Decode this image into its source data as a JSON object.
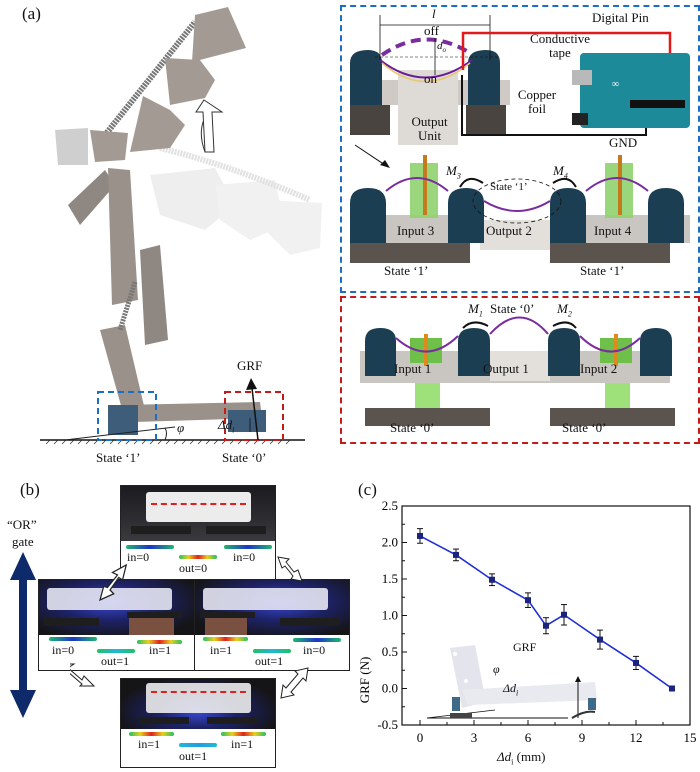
{
  "panel_a": {
    "label": "(a)",
    "robot_labels": {
      "grf": "GRF",
      "delta_d": "Δd",
      "delta_d_sub": "i",
      "phi": "φ",
      "state_left": "State ‘1’",
      "state_right": "State ‘0’"
    },
    "blue_box": {
      "color": "#1a6fc4",
      "l_label": "l",
      "off_label": "off",
      "on_label": "on",
      "do_label": "d",
      "do_sub": "o",
      "conductive_tape": "Conductive tape",
      "copper_foil": "Copper foil",
      "digital_pin": "Digital Pin",
      "gnd": "GND",
      "output_unit": "Output Unit",
      "m3": "M",
      "m3_sub": "3",
      "m4": "M",
      "m4_sub": "4",
      "state_center": "State ‘1’",
      "input_left": "Input 3",
      "output": "Output 2",
      "input_right": "Input 4",
      "state_left": "State ‘1’",
      "state_right": "State ‘1’"
    },
    "red_box": {
      "color": "#c41a1a",
      "m1": "M",
      "m1_sub": "1",
      "m2": "M",
      "m2_sub": "2",
      "state_center": "State ‘0’",
      "input_left": "Input 1",
      "output": "Output 1",
      "input_right": "Input 2",
      "state_left": "State ‘0’",
      "state_right": "State ‘0’"
    }
  },
  "panel_b": {
    "label": "(b)",
    "gate_label_1": "“OR”",
    "gate_label_2": "gate",
    "states": [
      {
        "in_left": "in=0",
        "out": "out=0",
        "in_right": "in=0"
      },
      {
        "in_left": "in=0",
        "out": "out=1",
        "in_right": "in=1"
      },
      {
        "in_left": "in=1",
        "out": "out=1",
        "in_right": "in=0"
      },
      {
        "in_left": "in=1",
        "out": "out=1",
        "in_right": "in=1"
      }
    ]
  },
  "panel_c": {
    "label": "(c)",
    "inset": {
      "grf": "GRF",
      "phi": "φ",
      "delta_d": "Δd",
      "delta_d_sub": "i"
    }
  },
  "chart_data": {
    "type": "line",
    "title": "",
    "xlabel": "Δd_i (mm)",
    "ylabel": "GRF (N)",
    "xlim": [
      -1,
      15
    ],
    "ylim": [
      -0.5,
      2.5
    ],
    "xticks": [
      0,
      3,
      6,
      9,
      12,
      15
    ],
    "yticks": [
      -0.5,
      0.0,
      0.5,
      1.0,
      1.5,
      2.0,
      2.5
    ],
    "xtick_labels": [
      "0",
      "3",
      "6",
      "9",
      "12",
      "15"
    ],
    "ytick_labels": [
      "-0.5",
      "0.0",
      "0.5",
      "1.0",
      "1.5",
      "2.0",
      "2.5"
    ],
    "grid": false,
    "line_color": "#1f2fd6",
    "marker_color": "#1a237e",
    "series": [
      {
        "name": "GRF",
        "x": [
          0,
          2,
          4,
          6,
          7,
          8,
          10,
          12,
          14
        ],
        "y": [
          2.09,
          1.83,
          1.49,
          1.21,
          0.86,
          1.01,
          0.67,
          0.35,
          0.0
        ],
        "err": [
          0.1,
          0.08,
          0.08,
          0.1,
          0.11,
          0.14,
          0.13,
          0.09,
          0.0
        ]
      }
    ]
  }
}
